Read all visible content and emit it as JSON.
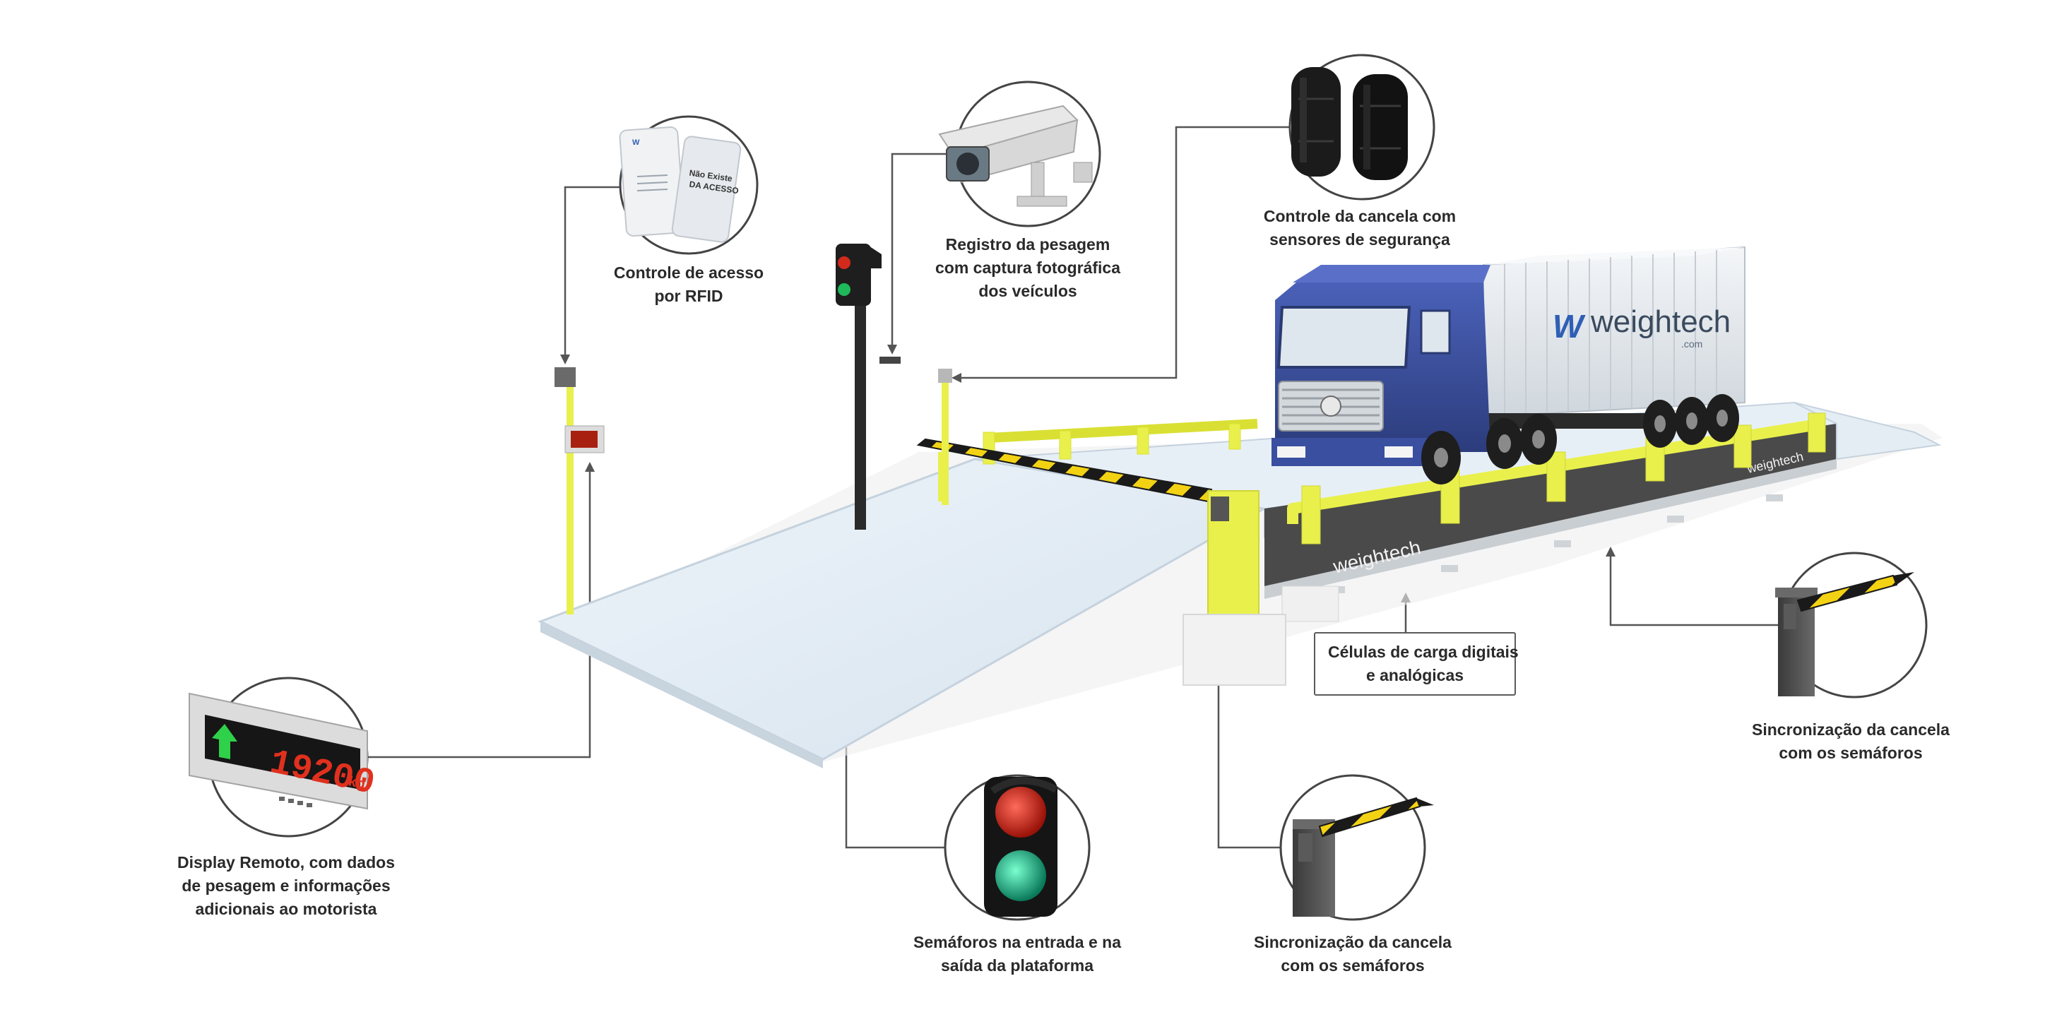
{
  "callouts": {
    "rfid": {
      "lines": [
        "Controle de acesso",
        "por RFID"
      ]
    },
    "camera": {
      "lines": [
        "Registro da pesagem",
        "com captura fotográfica",
        "dos veículos"
      ]
    },
    "sensors": {
      "lines": [
        "Controle da cancela com",
        "sensores de segurança"
      ]
    },
    "display": {
      "lines": [
        "Display Remoto, com dados",
        "de pesagem e informações",
        "adicionais ao motorista"
      ]
    },
    "traffic_lights": {
      "lines": [
        "Semáforos na entrada e na",
        "saída da plataforma"
      ]
    },
    "barrier_front": {
      "lines": [
        "Sincronização da cancela",
        "com os semáforos"
      ]
    },
    "barrier_right": {
      "lines": [
        "Sincronização da cancela",
        "com os semáforos"
      ]
    },
    "load_cells": {
      "lines": [
        "Células de carga digitais",
        "e analógicas"
      ]
    }
  },
  "brand": {
    "name": "weightech",
    "truck_logo_sub": ".com"
  },
  "display_readout": {
    "value": "19200",
    "unit": "kg"
  },
  "rfid_card": {
    "line1": "Não Existe",
    "line2": "DA ACESSO"
  },
  "colors": {
    "platform": "#e4edf5",
    "guard_rail": "#e9f04c",
    "truck_cab": "#3a4f9e",
    "container": "#e8ecf0",
    "brand_blue": "#2f5fb5",
    "leader_line": "#555555",
    "label_text": "#2a2a2a",
    "led_red": "#e0301e",
    "led_green": "#2fd04a"
  },
  "icons": [
    "rfid-card-icon",
    "security-camera-icon",
    "safety-sensor-icon",
    "led-display-icon",
    "traffic-light-icon",
    "barrier-gate-icon"
  ]
}
